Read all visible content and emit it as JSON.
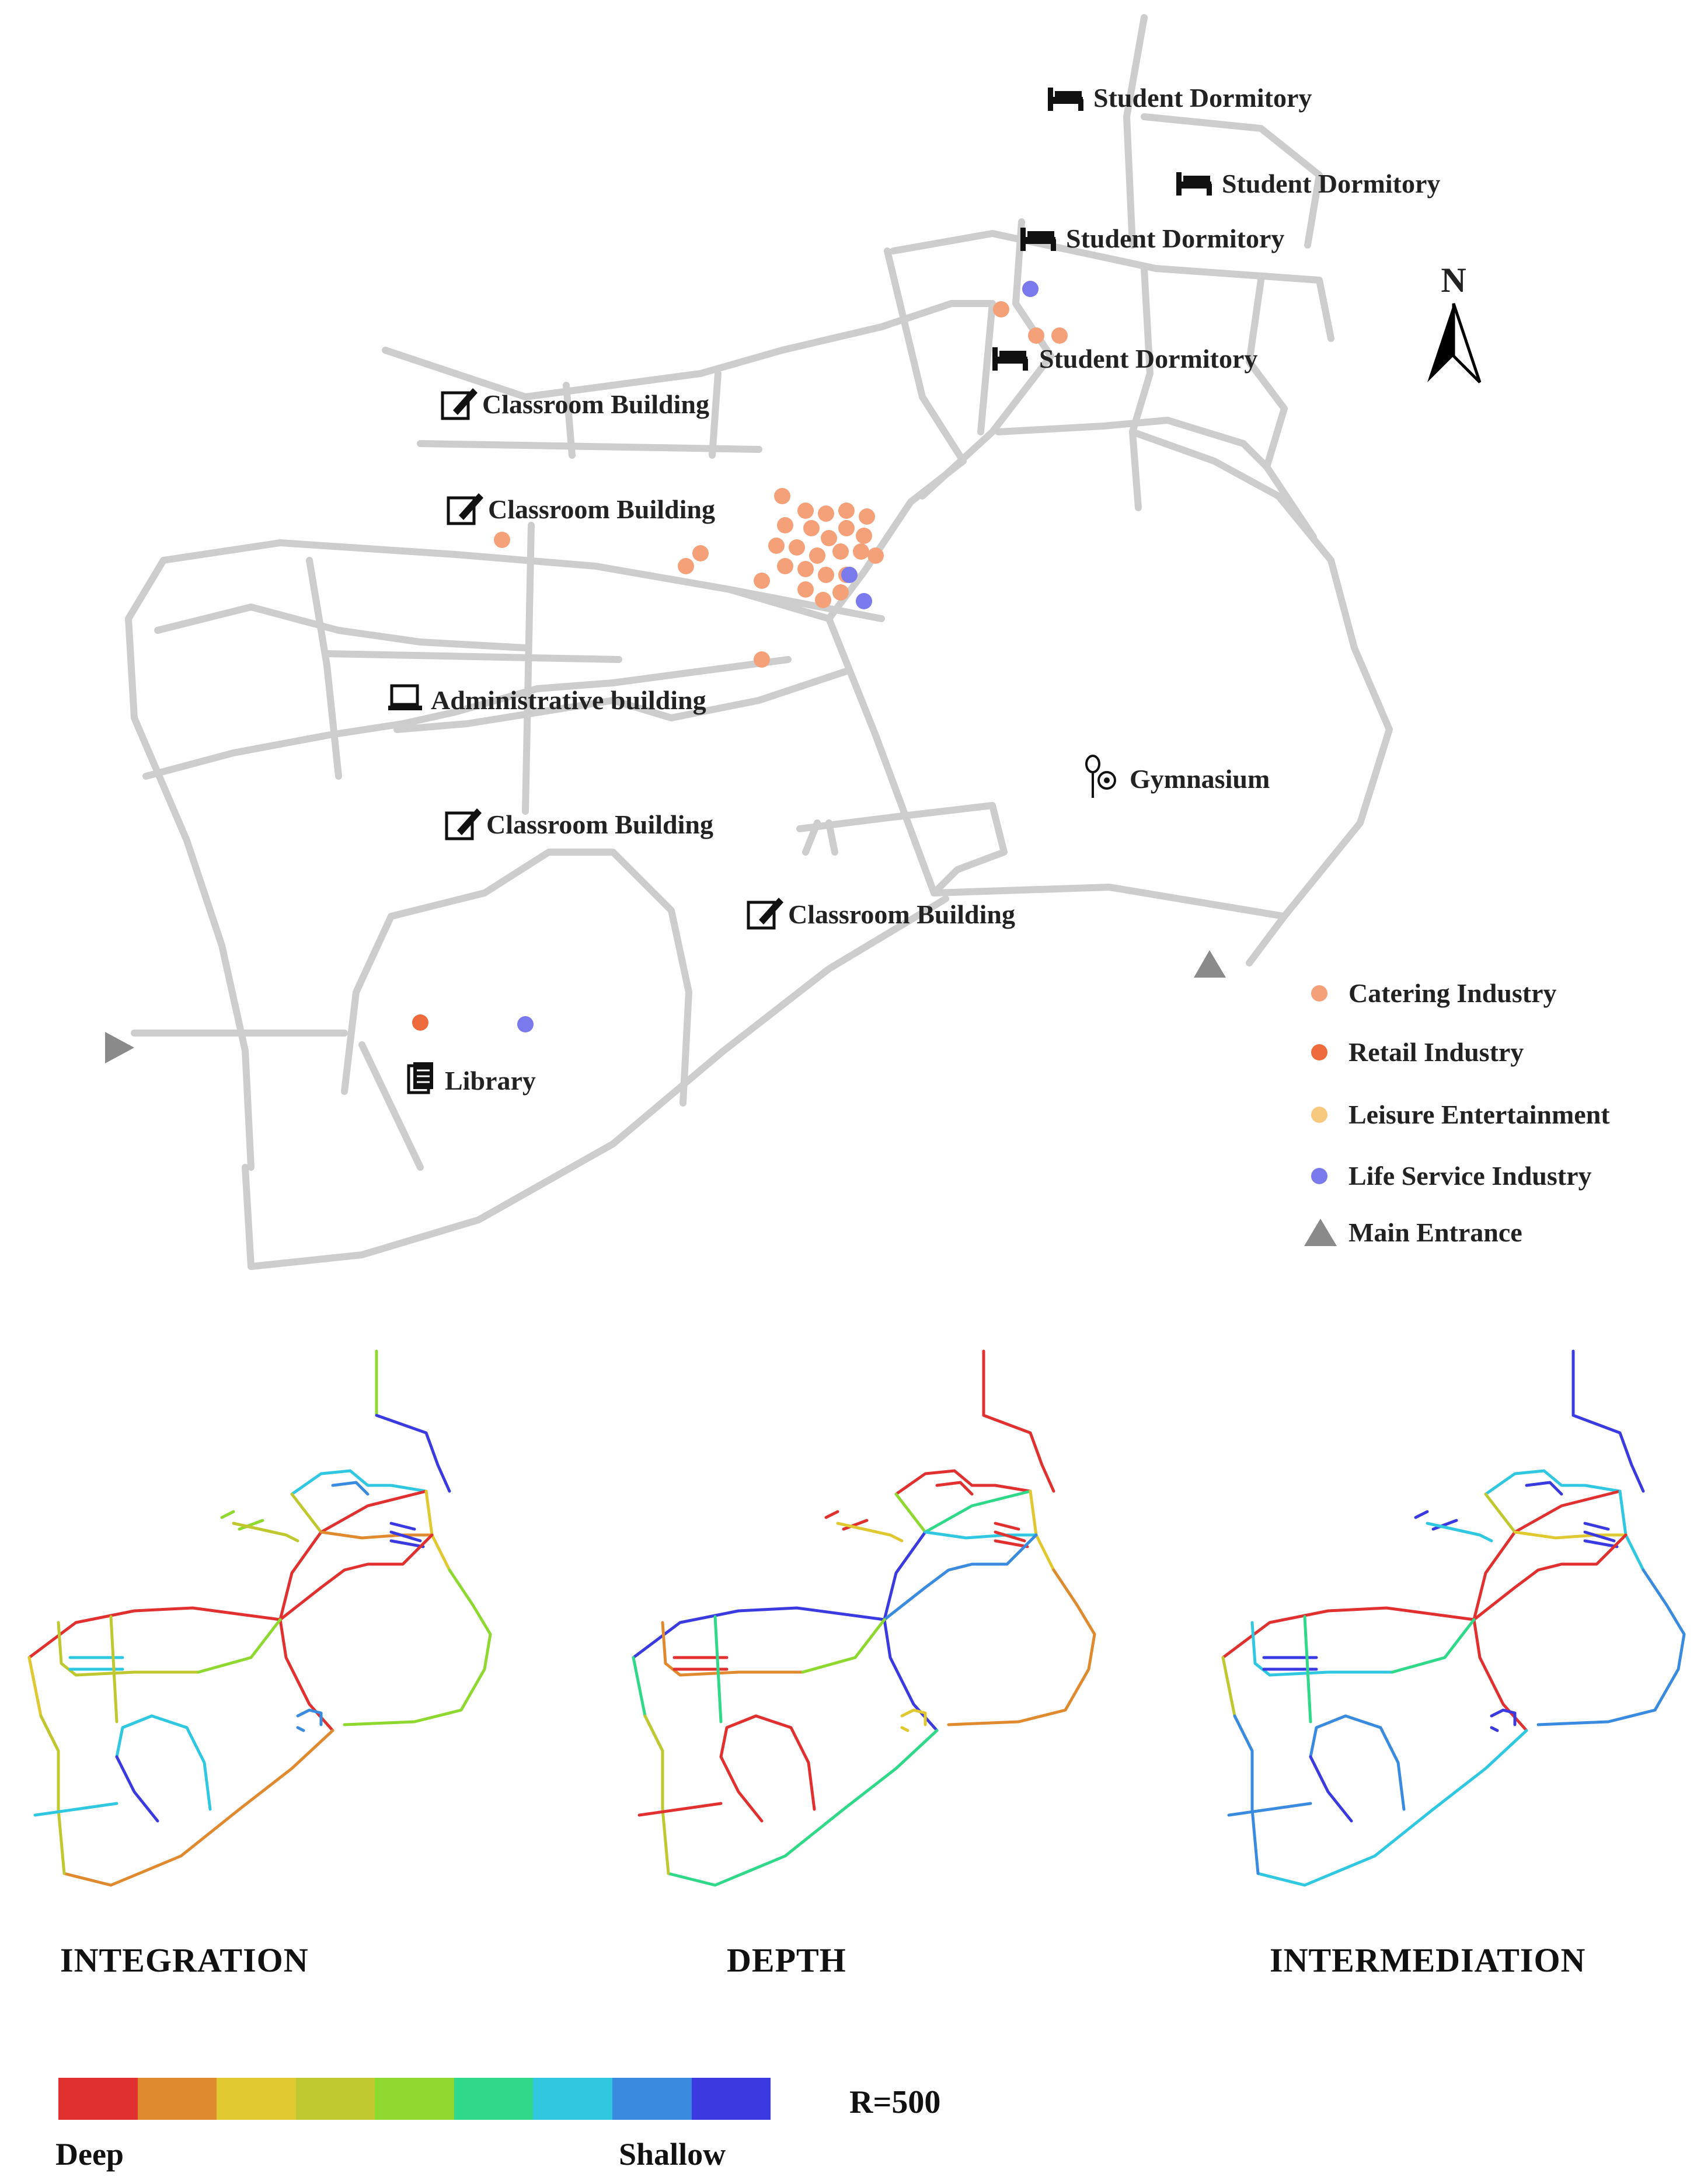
{
  "map": {
    "buildings": [
      {
        "label": "Student Dormitory",
        "icon": "bed-icon"
      },
      {
        "label": "Student Dormitory",
        "icon": "bed-icon"
      },
      {
        "label": "Student Dormitory",
        "icon": "bed-icon"
      },
      {
        "label": "Student Dormitory",
        "icon": "bed-icon"
      },
      {
        "label": "Classroom Building",
        "icon": "edit-icon"
      },
      {
        "label": "Classroom Building",
        "icon": "edit-icon"
      },
      {
        "label": "Administrative building",
        "icon": "laptop-icon"
      },
      {
        "label": "Classroom Building",
        "icon": "edit-icon"
      },
      {
        "label": "Classroom Building",
        "icon": "edit-icon"
      },
      {
        "label": "Gymnasium",
        "icon": "sports-ball-icon"
      },
      {
        "label": "Library",
        "icon": "document-icon"
      }
    ],
    "north_label": "N",
    "legend": [
      {
        "label": "Catering Industry",
        "color": "#f4a17a",
        "shape": "circle"
      },
      {
        "label": "Retail Industry",
        "color": "#ec6a3c",
        "shape": "circle"
      },
      {
        "label": "Leisure Entertainment",
        "color": "#f7c97e",
        "shape": "circle"
      },
      {
        "label": "Life Service Industry",
        "color": "#7a7aec",
        "shape": "circle"
      },
      {
        "label": "Main Entrance",
        "color": "#8a8a8a",
        "shape": "triangle"
      }
    ]
  },
  "panels": [
    {
      "title": "INTEGRATION"
    },
    {
      "title": "DEPTH"
    },
    {
      "title": "INTERMEDIATION"
    }
  ],
  "scale": {
    "deep_label": "Deep",
    "shallow_label": "Shallow",
    "radius_label": "R=500",
    "colors": [
      "#e03030",
      "#e08a30",
      "#e0c830",
      "#c0c830",
      "#8ed830",
      "#30d88a",
      "#30c8e0",
      "#3a8ae0",
      "#3a3ae0"
    ]
  }
}
